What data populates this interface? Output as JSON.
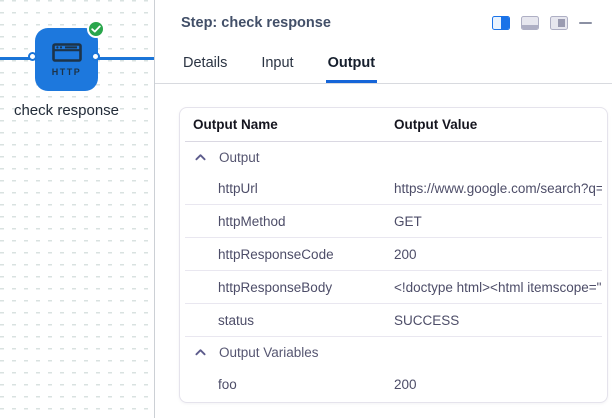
{
  "canvas": {
    "node": {
      "label": "check response",
      "icon_text": "HTTP",
      "status": "success"
    },
    "colors": {
      "node_blue": "#1d78dd",
      "edge_blue": "#1b75d8",
      "check_green": "#2aa64c"
    }
  },
  "panel": {
    "title": "Step: check response",
    "layout_icons": [
      "split-view",
      "bottom-panel",
      "right-panel",
      "minimize"
    ],
    "tabs": [
      {
        "label": "Details",
        "active": false
      },
      {
        "label": "Input",
        "active": false
      },
      {
        "label": "Output",
        "active": true
      }
    ],
    "accent_blue": "#1565d8",
    "table": {
      "columns": [
        "Output Name",
        "Output Value"
      ],
      "rows": [
        {
          "type": "group",
          "name": "Output",
          "divider": false
        },
        {
          "type": "item",
          "name": "httpUrl",
          "value": "https://www.google.com/search?q=",
          "divider": true
        },
        {
          "type": "item",
          "name": "httpMethod",
          "value": "GET",
          "divider": true
        },
        {
          "type": "item",
          "name": "httpResponseCode",
          "value": "200",
          "divider": true
        },
        {
          "type": "item",
          "name": "httpResponseBody",
          "value": "<!doctype html><html itemscope=\"",
          "divider": true
        },
        {
          "type": "item",
          "name": "status",
          "value": "SUCCESS",
          "divider": true
        },
        {
          "type": "group",
          "name": "Output Variables",
          "divider": false
        },
        {
          "type": "item",
          "name": "foo",
          "value": "200",
          "divider": false,
          "last": true
        }
      ]
    }
  }
}
